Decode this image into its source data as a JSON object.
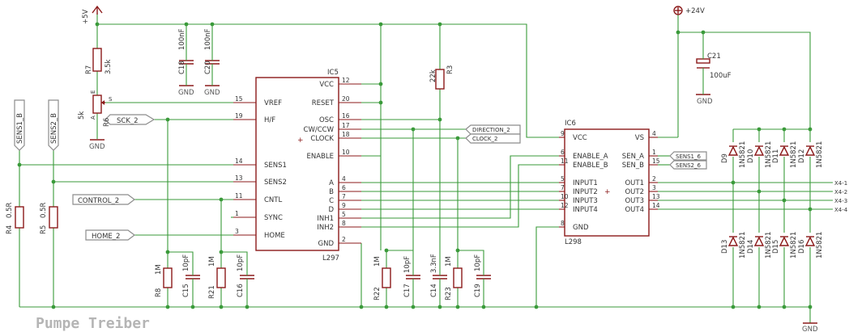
{
  "title": "Pumpe Treiber",
  "supplies": {
    "v5": "+5V",
    "v24": "+24V",
    "gnd": "GND"
  },
  "chips": {
    "ic5": {
      "ref": "IC5",
      "name": "L297",
      "left": [
        {
          "num": "15",
          "label": "VREF"
        },
        {
          "num": "19",
          "label": "H/F"
        },
        {
          "num": "14",
          "label": "SENS1"
        },
        {
          "num": "13",
          "label": "SENS2"
        },
        {
          "num": "11",
          "label": "CNTL"
        },
        {
          "num": "1",
          "label": "SYNC"
        },
        {
          "num": "3",
          "label": "HOME"
        }
      ],
      "right": [
        {
          "num": "12",
          "label": "VCC"
        },
        {
          "num": "20",
          "label": "RESET"
        },
        {
          "num": "16",
          "label": "OSC"
        },
        {
          "num": "17",
          "label": "CW/CCW"
        },
        {
          "num": "18",
          "label": "CLOCK"
        },
        {
          "num": "10",
          "label": "ENABLE"
        },
        {
          "num": "4",
          "label": "A"
        },
        {
          "num": "6",
          "label": "B"
        },
        {
          "num": "7",
          "label": "C"
        },
        {
          "num": "9",
          "label": "D"
        },
        {
          "num": "5",
          "label": "INH1"
        },
        {
          "num": "8",
          "label": "INH2"
        },
        {
          "num": "2",
          "label": "GND"
        }
      ]
    },
    "ic6": {
      "ref": "IC6",
      "name": "L298",
      "left": [
        {
          "num": "9",
          "label": "VCC"
        },
        {
          "num": "6",
          "label": "ENABLE_A"
        },
        {
          "num": "11",
          "label": "ENABLE_B"
        },
        {
          "num": "5",
          "label": "INPUT1"
        },
        {
          "num": "7",
          "label": "INPUT2"
        },
        {
          "num": "10",
          "label": "INPUT3"
        },
        {
          "num": "12",
          "label": "INPUT4"
        },
        {
          "num": "8",
          "label": "GND"
        }
      ],
      "right": [
        {
          "num": "4",
          "label": "VS"
        },
        {
          "num": "1",
          "label": "SEN_A"
        },
        {
          "num": "15",
          "label": "SEN_B"
        },
        {
          "num": "2",
          "label": "OUT1"
        },
        {
          "num": "3",
          "label": "OUT2"
        },
        {
          "num": "13",
          "label": "OUT3"
        },
        {
          "num": "14",
          "label": "OUT4"
        }
      ]
    }
  },
  "nets": {
    "sck": "SCK_2",
    "control": "CONTROL_2",
    "home": "HOME_2",
    "direction": "DIRECTION_2",
    "clock": "CLOCK_2",
    "sens1": "SENS1_B",
    "sens2": "SENS2_B",
    "sens1_6": "SENS1_6",
    "sens2_6": "SENS2_6"
  },
  "outputs": [
    "X4-1",
    "X4-2",
    "X4-3",
    "X4-4"
  ],
  "components": {
    "r7": {
      "ref": "R7",
      "value": "3.5k"
    },
    "r6": {
      "ref": "R6",
      "value": "5k",
      "wiper_a": "A",
      "wiper_e": "E",
      "wiper_s": "S"
    },
    "r3": {
      "ref": "R3",
      "value": "22k"
    },
    "r4": {
      "ref": "R4",
      "value": "0.5R"
    },
    "r5": {
      "ref": "R5",
      "value": "0.5R"
    },
    "r8": {
      "ref": "R8",
      "value": "1M"
    },
    "r21": {
      "ref": "R21",
      "value": "1M"
    },
    "r22": {
      "ref": "R22",
      "value": "1M"
    },
    "r23": {
      "ref": "R23",
      "value": "1M"
    },
    "c18": {
      "ref": "C18",
      "value": "100nF"
    },
    "c20": {
      "ref": "C20",
      "value": "100nF"
    },
    "c21": {
      "ref": "C21",
      "value": "100uF"
    },
    "c15": {
      "ref": "C15",
      "value": "10pF"
    },
    "c16": {
      "ref": "C16",
      "value": "10pF"
    },
    "c17": {
      "ref": "C17",
      "value": "10pF"
    },
    "c14": {
      "ref": "C14",
      "value": "3.3nF"
    },
    "c19": {
      "ref": "C19",
      "value": "10pF"
    }
  },
  "diodes": {
    "type": "1N5821",
    "top": [
      "D9",
      "D10",
      "D11",
      "D12"
    ],
    "bottom": [
      "D13",
      "D14",
      "D15",
      "D16"
    ]
  }
}
